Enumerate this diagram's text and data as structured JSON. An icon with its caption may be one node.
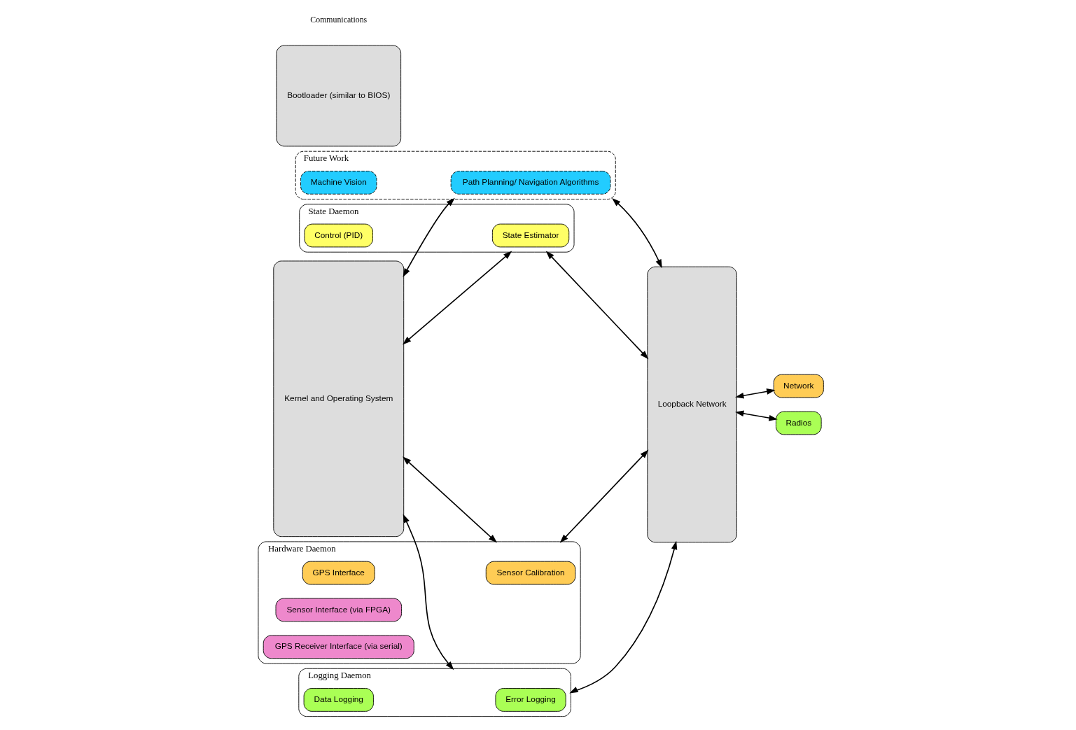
{
  "diagram": {
    "nodes": [
      {
        "text": [
          "Kernel and Operating System"
        ]
      },
      {
        "text": [
          "Future Work"
        ]
      },
      {
        "text": [
          "Path Planning/ Navigation Algorithms"
        ],
        "in": 1
      },
      {
        "text": [
          "Machine Vision"
        ],
        "in": 1
      },
      {
        "text": [
          "State Daemon"
        ]
      },
      {
        "text": [
          "State Estimator"
        ],
        "in": 4
      },
      {
        "text": [
          "Control (PID)"
        ],
        "in": 4
      },
      {
        "text": [
          "Hardware Daemon"
        ]
      },
      {
        "text": [
          "Sensor Calibration"
        ],
        "in": 7
      },
      {
        "text": [
          "GPS Interface"
        ],
        "in": 7
      },
      {
        "text": [
          "Sensor Interface (via FPGA)"
        ],
        "in": 7
      },
      {
        "text": [
          "GPS Receiver Interface (via serial)"
        ],
        "in": 7
      },
      {
        "text": [
          "Logging Daemon"
        ]
      },
      {
        "text": [
          "Error Logging"
        ],
        "in": 12
      },
      {
        "text": [
          "Data Logging"
        ],
        "in": 12
      },
      {
        "text": [
          "Loopback Network"
        ]
      },
      {
        "text": [
          "Network"
        ]
      },
      {
        "text": [
          "Radios"
        ]
      },
      {
        "text": [
          "Bootloader (similar to BIOS)"
        ]
      }
    ],
    "edges": [
      {
        "from": 0,
        "to": 1,
        "arrow": "both"
      },
      {
        "from": 1,
        "to": 15,
        "arrow": "both"
      },
      {
        "from": 0,
        "to": 4,
        "arrow": "both"
      },
      {
        "from": 4,
        "to": 15,
        "arrow": "both"
      },
      {
        "from": 0,
        "to": 7,
        "arrow": "both"
      },
      {
        "from": 7,
        "to": 15,
        "arrow": "both"
      },
      {
        "from": 0,
        "to": 12,
        "arrow": "both"
      },
      {
        "from": 12,
        "to": 15,
        "arrow": "both"
      },
      {
        "from": 15,
        "to": 16,
        "arrow": "both"
      },
      {
        "from": 15,
        "to": 17,
        "arrow": "both"
      }
    ],
    "labels": [
      "Communications"
    ]
  }
}
